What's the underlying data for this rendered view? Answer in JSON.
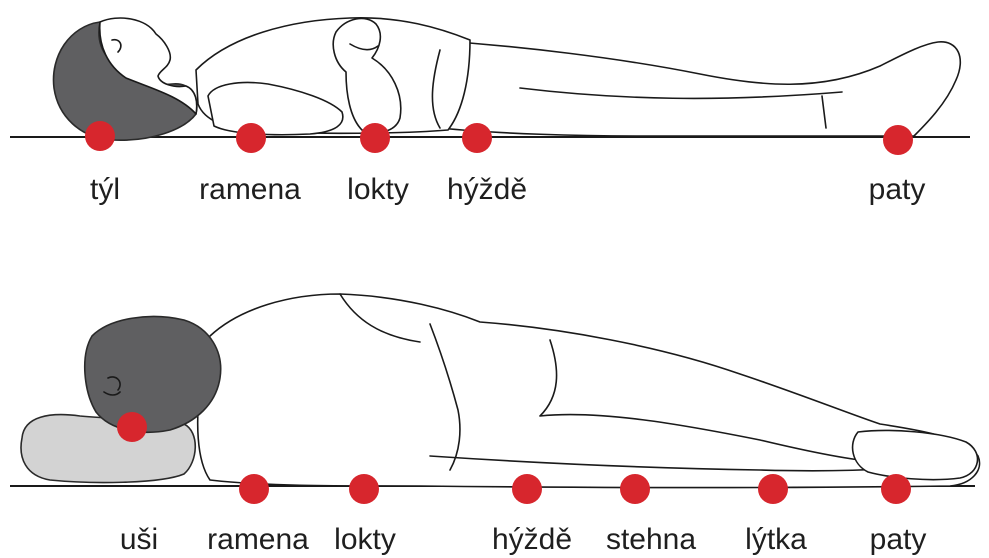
{
  "back_position": {
    "labels": {
      "head": "týl",
      "shoulders": "ramena",
      "elbows": "lokty",
      "buttocks": "hýždě",
      "heels": "paty"
    }
  },
  "side_position": {
    "labels": {
      "ears": "uši",
      "shoulders": "ramena",
      "elbows": "lokty",
      "buttocks": "hýždě",
      "thighs": "stehna",
      "calves": "lýtka",
      "heels": "paty"
    }
  },
  "colors": {
    "pressure_point": "#d7262d",
    "hair": "#5f5f61",
    "pillow": "#d3d3d3",
    "outline": "#1a1a1a"
  }
}
